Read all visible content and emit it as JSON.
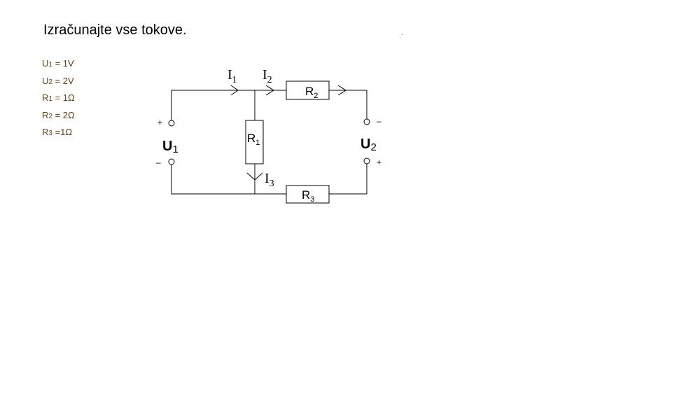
{
  "title": "Izračunajte vse tokove.",
  "givens": [
    {
      "sym": "U",
      "sub": "1",
      "rest": " = 1V"
    },
    {
      "sym": "U",
      "sub": "2",
      "rest": " = 2V"
    },
    {
      "sym": "R",
      "sub": "1",
      "rest": " = 1Ω"
    },
    {
      "sym": "R",
      "sub": "2",
      "rest": " = 2Ω"
    },
    {
      "sym": "R",
      "sub": "3",
      "rest": " =1Ω"
    }
  ],
  "circuit": {
    "currents": [
      {
        "sym": "I",
        "sub": "1"
      },
      {
        "sym": "I",
        "sub": "2"
      },
      {
        "sym": "I",
        "sub": "3"
      }
    ],
    "resistors": [
      {
        "sym": "R",
        "sub": "1"
      },
      {
        "sym": "R",
        "sub": "2"
      },
      {
        "sym": "R",
        "sub": "3"
      }
    ],
    "sources": [
      {
        "sym": "U",
        "sub": "1",
        "plus": "+",
        "minus": "–"
      },
      {
        "sym": "U",
        "sub": "2",
        "plus": "+",
        "minus": "–"
      }
    ]
  },
  "colors": {
    "givens_text": "#6b3d12"
  }
}
